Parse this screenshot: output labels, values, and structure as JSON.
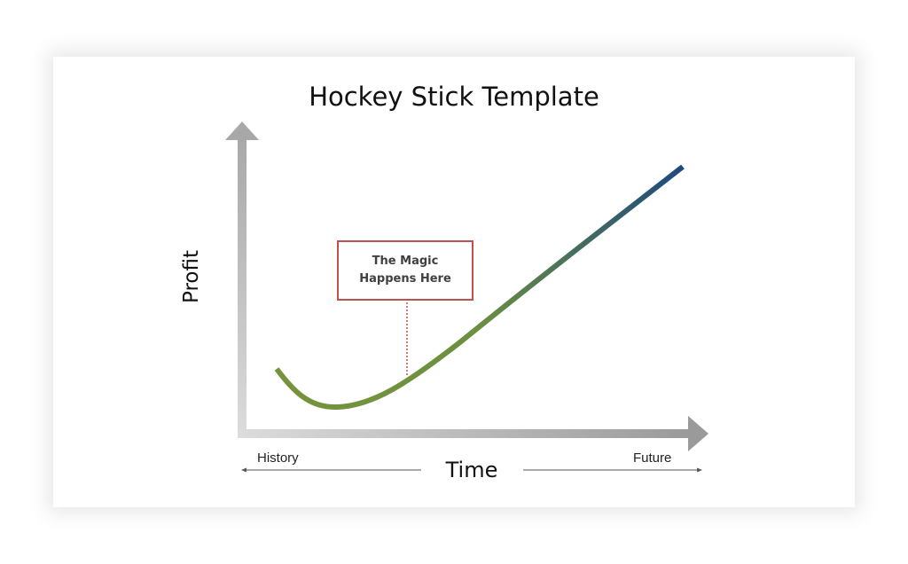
{
  "slide": {
    "title": "Hockey Stick Template",
    "y_axis_label": "Profit",
    "x_axis_label": "Time",
    "x_left_label": "History",
    "x_right_label": "Future",
    "callout": {
      "line1": "The Magic",
      "line2": "Happens Here",
      "border_color": "#c0504d"
    }
  },
  "colors": {
    "axis_light": "#dcdcdc",
    "axis_dark": "#a6a6a6",
    "curve_start": "#77933c",
    "curve_end": "#1f497d",
    "callout_border": "#c0504d"
  },
  "chart_data": {
    "type": "line",
    "title": "Hockey Stick Template",
    "xlabel": "Time",
    "ylabel": "Profit",
    "x_annotations": [
      "History",
      "Future"
    ],
    "annotations": [
      "The Magic Happens Here"
    ],
    "series": [
      {
        "name": "Hockey stick curve",
        "x": [
          0,
          0.1,
          0.2,
          0.3,
          0.4,
          0.5,
          0.6,
          0.7,
          0.8,
          0.9,
          1.0
        ],
        "values": [
          0.13,
          0.0,
          0.02,
          0.1,
          0.22,
          0.36,
          0.5,
          0.63,
          0.76,
          0.88,
          1.0
        ]
      }
    ],
    "grid": false,
    "legend": "none"
  }
}
